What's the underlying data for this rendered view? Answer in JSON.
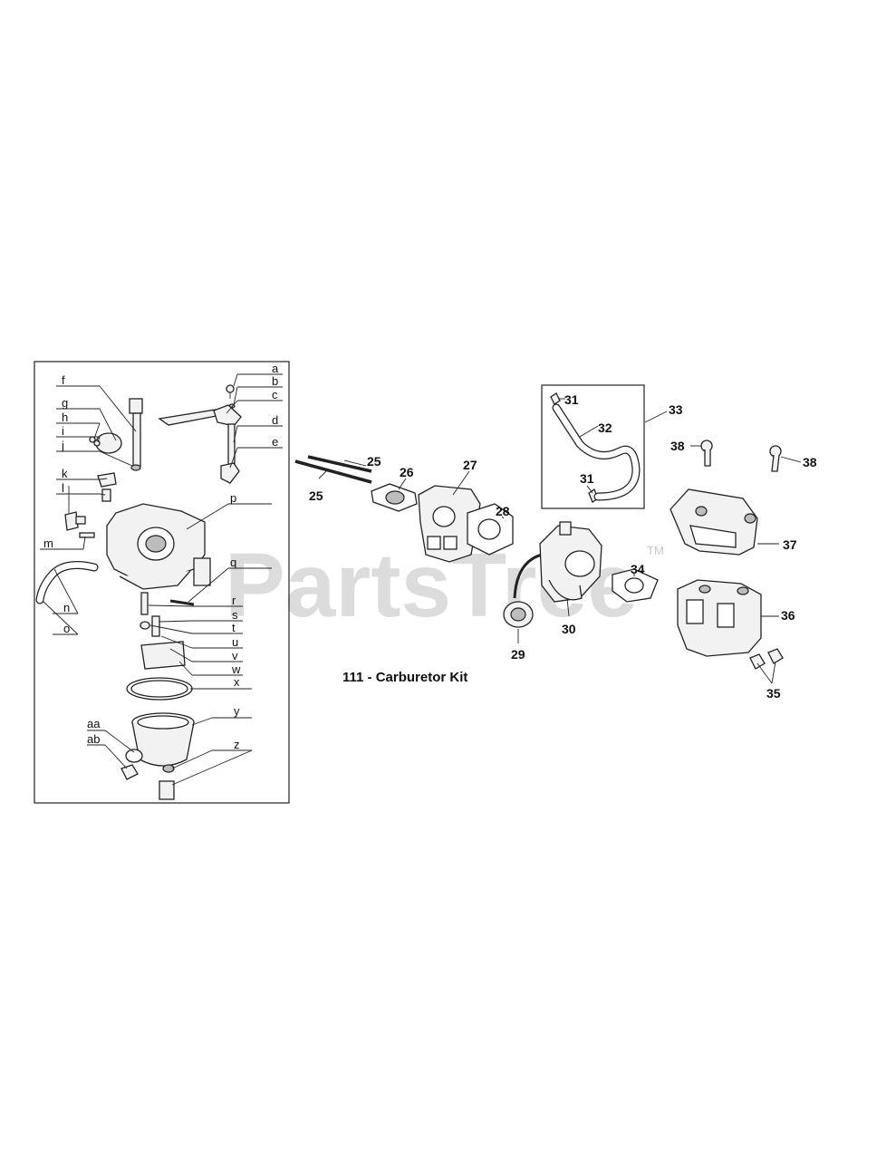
{
  "watermark": {
    "brand": "PartsTree",
    "tm": "TM"
  },
  "kit_label": "111 - Carburetor Kit",
  "kit_callouts": [
    "a",
    "b",
    "c",
    "d",
    "e",
    "f",
    "g",
    "h",
    "i",
    "j",
    "k",
    "l",
    "m",
    "n",
    "o",
    "p",
    "q",
    "r",
    "s",
    "t",
    "u",
    "v",
    "w",
    "x",
    "y",
    "z",
    "aa",
    "ab"
  ],
  "main_callouts": {
    "c25a": "25",
    "c25b": "25",
    "c26": "26",
    "c27": "27",
    "c28": "28",
    "c29": "29",
    "c30": "30",
    "c31a": "31",
    "c31b": "31",
    "c32": "32",
    "c33": "33",
    "c34": "34",
    "c35": "35",
    "c36": "36",
    "c37": "37",
    "c38a": "38",
    "c38b": "38"
  }
}
